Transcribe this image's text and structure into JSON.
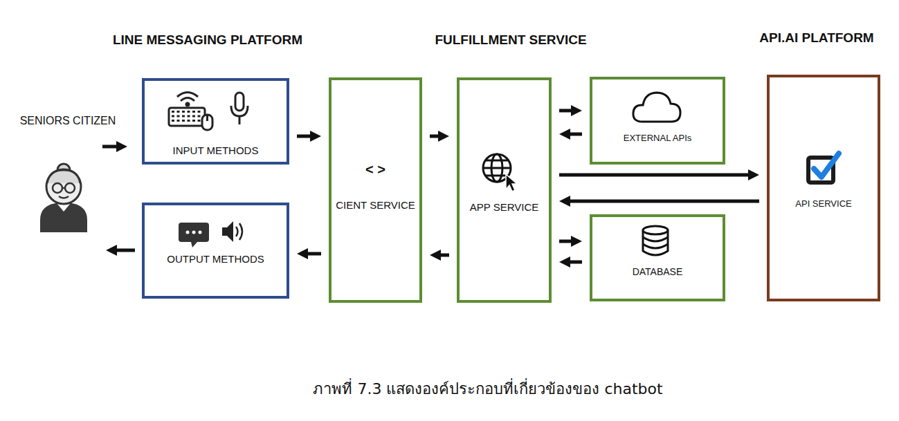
{
  "diagram": {
    "caption": "ภาพที่ 7.3 แสดงองค์ประกอบที่เกี่ยวข้องของ chatbot",
    "nodes": [
      {
        "text": [
          "INPUT METHODS"
        ]
      },
      {
        "text": [
          "OUTPUT METHODS"
        ]
      },
      {
        "text": [
          "< >",
          "CIENT SERVICE"
        ]
      },
      {
        "text": [
          "APP SERVICE"
        ]
      },
      {
        "text": [
          "EXTERNAL APIs"
        ]
      },
      {
        "text": [
          "DATABASE"
        ]
      },
      {
        "text": [
          "API SERVICE"
        ]
      }
    ],
    "edges": [
      {
        "from": 0,
        "to": 2,
        "arrow": "to"
      },
      {
        "from": 2,
        "to": 3,
        "arrow": "to"
      },
      {
        "from": 3,
        "to": 4,
        "arrow": "to"
      },
      {
        "from": 4,
        "to": 3,
        "arrow": "to"
      },
      {
        "from": 3,
        "to": 6,
        "arrow": "to"
      },
      {
        "from": 6,
        "to": 3,
        "arrow": "to"
      },
      {
        "from": 3,
        "to": 5,
        "arrow": "to"
      },
      {
        "from": 5,
        "to": 3,
        "arrow": "to"
      },
      {
        "from": 3,
        "to": 2,
        "arrow": "to"
      },
      {
        "from": 2,
        "to": 1,
        "arrow": "to"
      }
    ],
    "labels": [
      "LINE MESSAGING PLATFORM",
      "FULFILLMENT SERVICE",
      "API.AI PLATFORM",
      "SENIORS CITIZEN"
    ]
  }
}
